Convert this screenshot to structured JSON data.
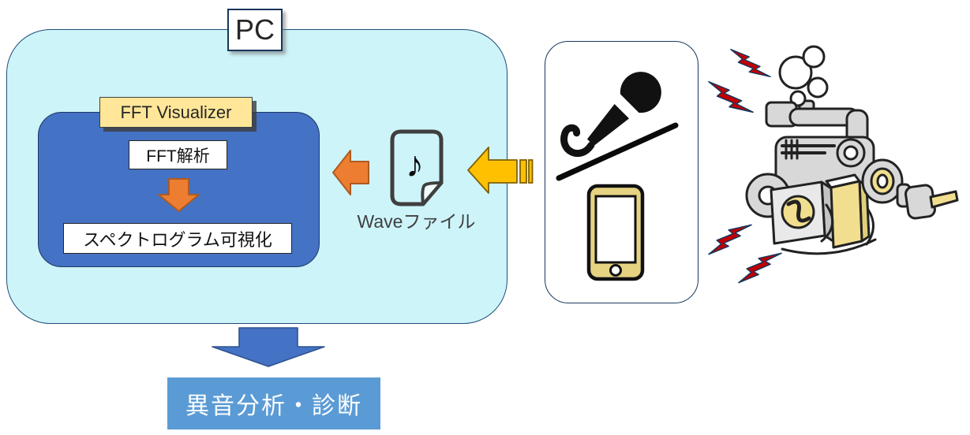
{
  "pc": {
    "label": "PC"
  },
  "fft_visualizer": {
    "title": "FFT Visualizer",
    "steps": [
      {
        "label": "FFT解析"
      },
      {
        "label": "スペクトログラム可視化"
      }
    ]
  },
  "wave_file": {
    "label": "Waveファイル",
    "note_glyph": "♪"
  },
  "result": {
    "label": "異音分析・診断"
  },
  "icons": {
    "sources": [
      "microphone-icon",
      "smartphone-icon"
    ],
    "noise_source": "engine-clipart",
    "noise_marks": "lightning-bolt-icon",
    "file": "wave-file-icon"
  },
  "colors": {
    "pc_fill": "#CDF4F9",
    "pc_border": "#1F4E79",
    "fft_box_fill": "#4472C4",
    "badge_fill": "#FFE699",
    "orange_arrow": "#ED7D31",
    "yellow_arrow": "#FFC000",
    "result_fill": "#5B9BD5",
    "bolt_red": "#C00000",
    "engine_gray": "#D8D8D8",
    "engine_yellow": "#F1DE8E"
  }
}
